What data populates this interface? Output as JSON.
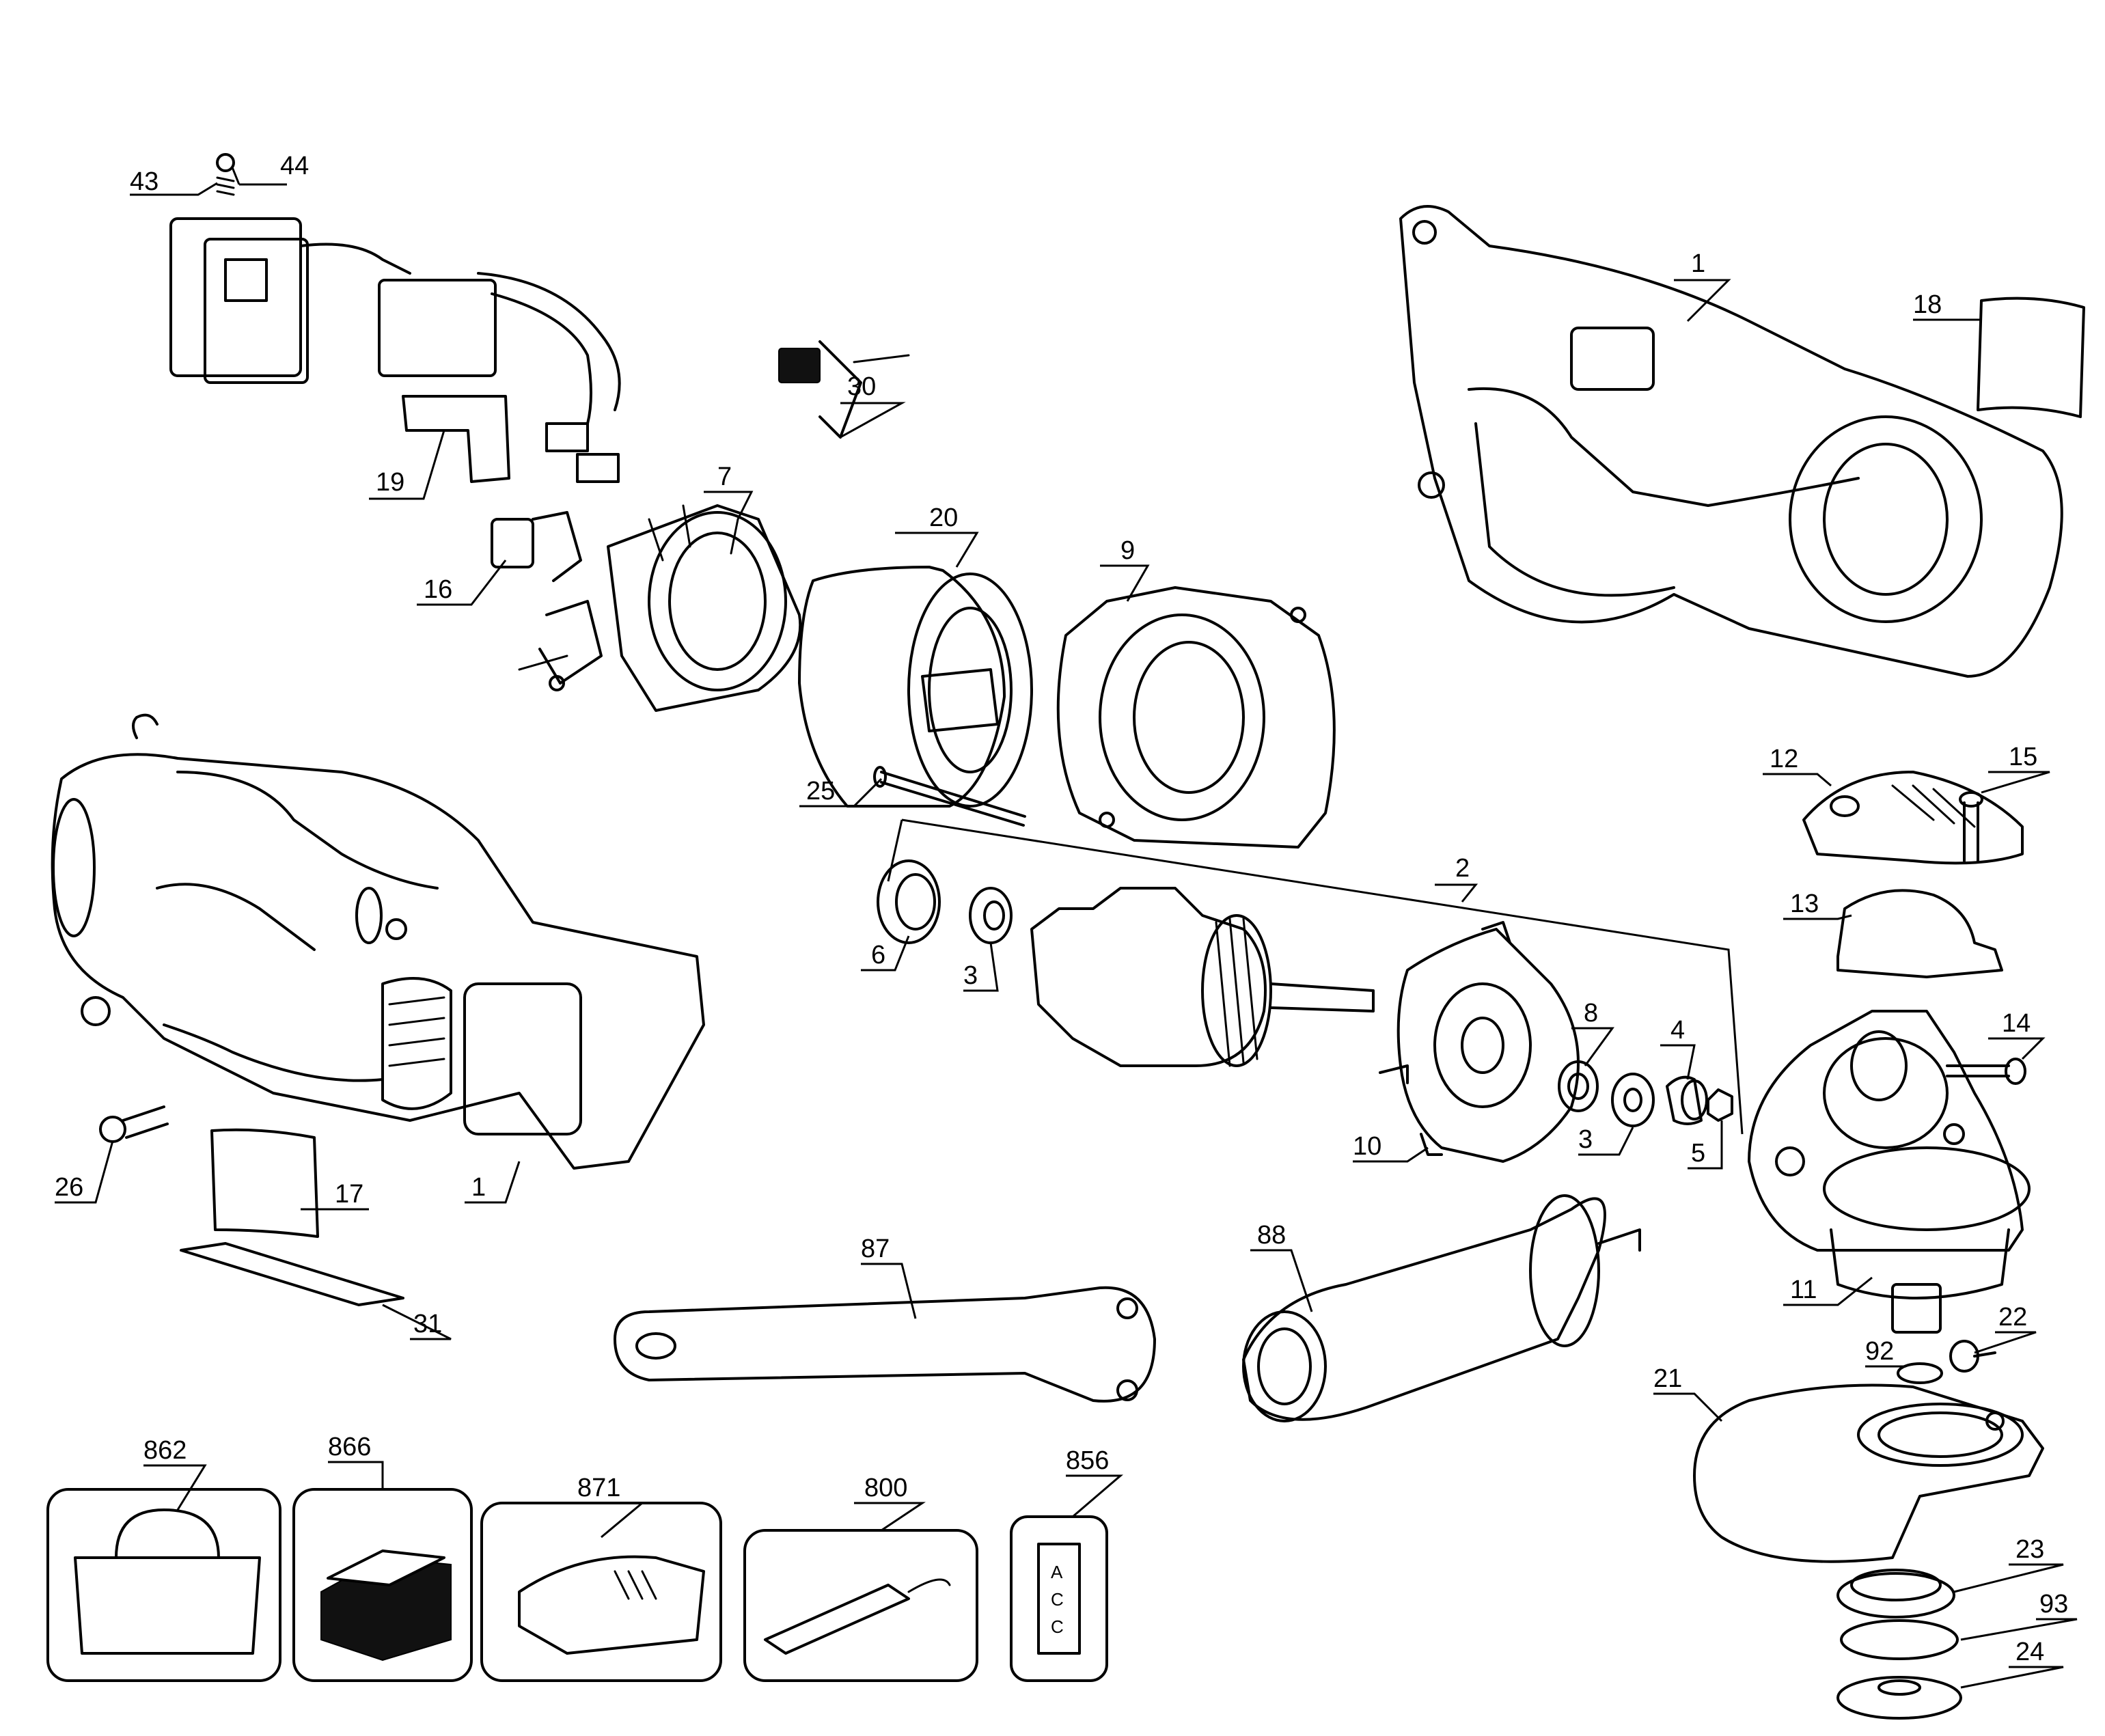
{
  "diagram": {
    "callouts": {
      "p44": "44",
      "p43": "43",
      "p1a": "1",
      "p18": "18",
      "p30": "30",
      "p19": "19",
      "p7": "7",
      "p20": "20",
      "p9": "9",
      "p16": "16",
      "p25": "25",
      "p15": "15",
      "p12": "12",
      "p2": "2",
      "p13": "13",
      "p6": "6",
      "p3a": "3",
      "p8": "8",
      "p4": "4",
      "p14": "14",
      "p3b": "3",
      "p10": "10",
      "p5": "5",
      "p26": "26",
      "p17": "17",
      "p1b": "1",
      "p88": "88",
      "p87": "87",
      "p31": "31",
      "p11": "11",
      "p22": "22",
      "p92": "92",
      "p21": "21",
      "p862": "862",
      "p866": "866",
      "p871": "871",
      "p800": "800",
      "p856": "856",
      "p23": "23",
      "p93": "93",
      "p24": "24"
    },
    "kit_label_letters": [
      "A",
      "C",
      "C"
    ]
  }
}
